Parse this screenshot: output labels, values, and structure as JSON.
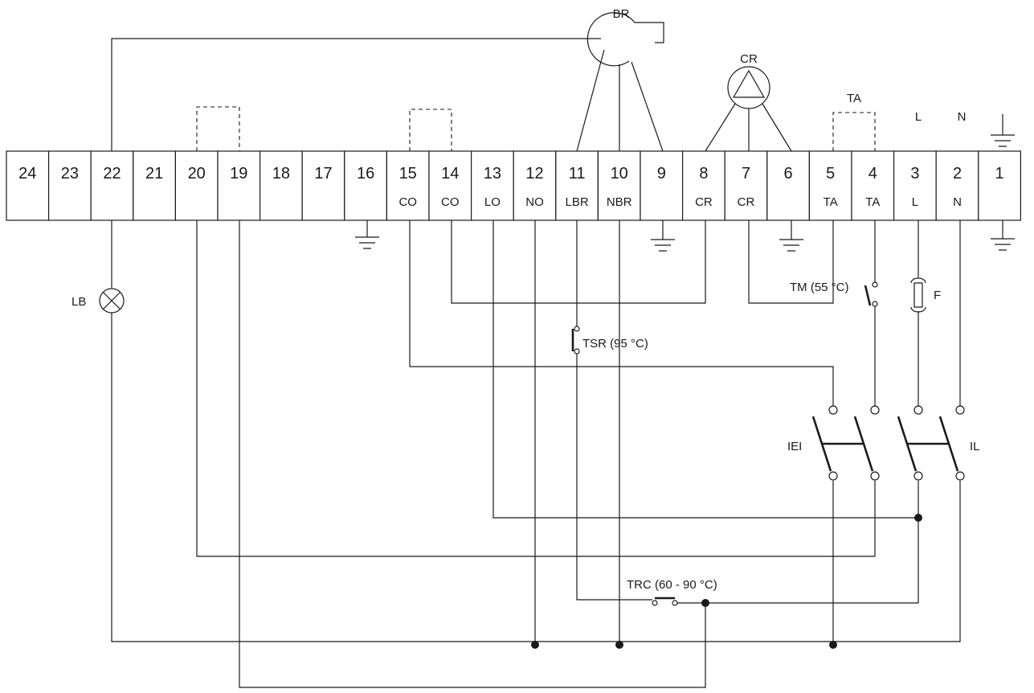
{
  "terminals": [
    {
      "num": "24",
      "sub": ""
    },
    {
      "num": "23",
      "sub": ""
    },
    {
      "num": "22",
      "sub": ""
    },
    {
      "num": "21",
      "sub": ""
    },
    {
      "num": "20",
      "sub": ""
    },
    {
      "num": "19",
      "sub": ""
    },
    {
      "num": "18",
      "sub": ""
    },
    {
      "num": "17",
      "sub": ""
    },
    {
      "num": "16",
      "sub": ""
    },
    {
      "num": "15",
      "sub": "CO"
    },
    {
      "num": "14",
      "sub": "CO"
    },
    {
      "num": "13",
      "sub": "LO"
    },
    {
      "num": "12",
      "sub": "NO"
    },
    {
      "num": "11",
      "sub": "LBR"
    },
    {
      "num": "10",
      "sub": "NBR"
    },
    {
      "num": "9",
      "sub": ""
    },
    {
      "num": "8",
      "sub": "CR"
    },
    {
      "num": "7",
      "sub": "CR"
    },
    {
      "num": "6",
      "sub": ""
    },
    {
      "num": "5",
      "sub": "TA"
    },
    {
      "num": "4",
      "sub": "TA"
    },
    {
      "num": "3",
      "sub": "L"
    },
    {
      "num": "2",
      "sub": "N"
    },
    {
      "num": "1",
      "sub": ""
    }
  ],
  "labels": {
    "burner": "BR",
    "pump": "CR",
    "room_thermostat": "TA",
    "line": "L",
    "neutral": "N",
    "lamp": "LB",
    "thermostat_tm": "TM (55 °C)",
    "fuse": "F",
    "safety_thermostat": "TSR (95 °C)",
    "switch_iei": "IEI",
    "switch_il": "IL",
    "boiler_thermostat": "TRC (60 - 90 °C)"
  }
}
